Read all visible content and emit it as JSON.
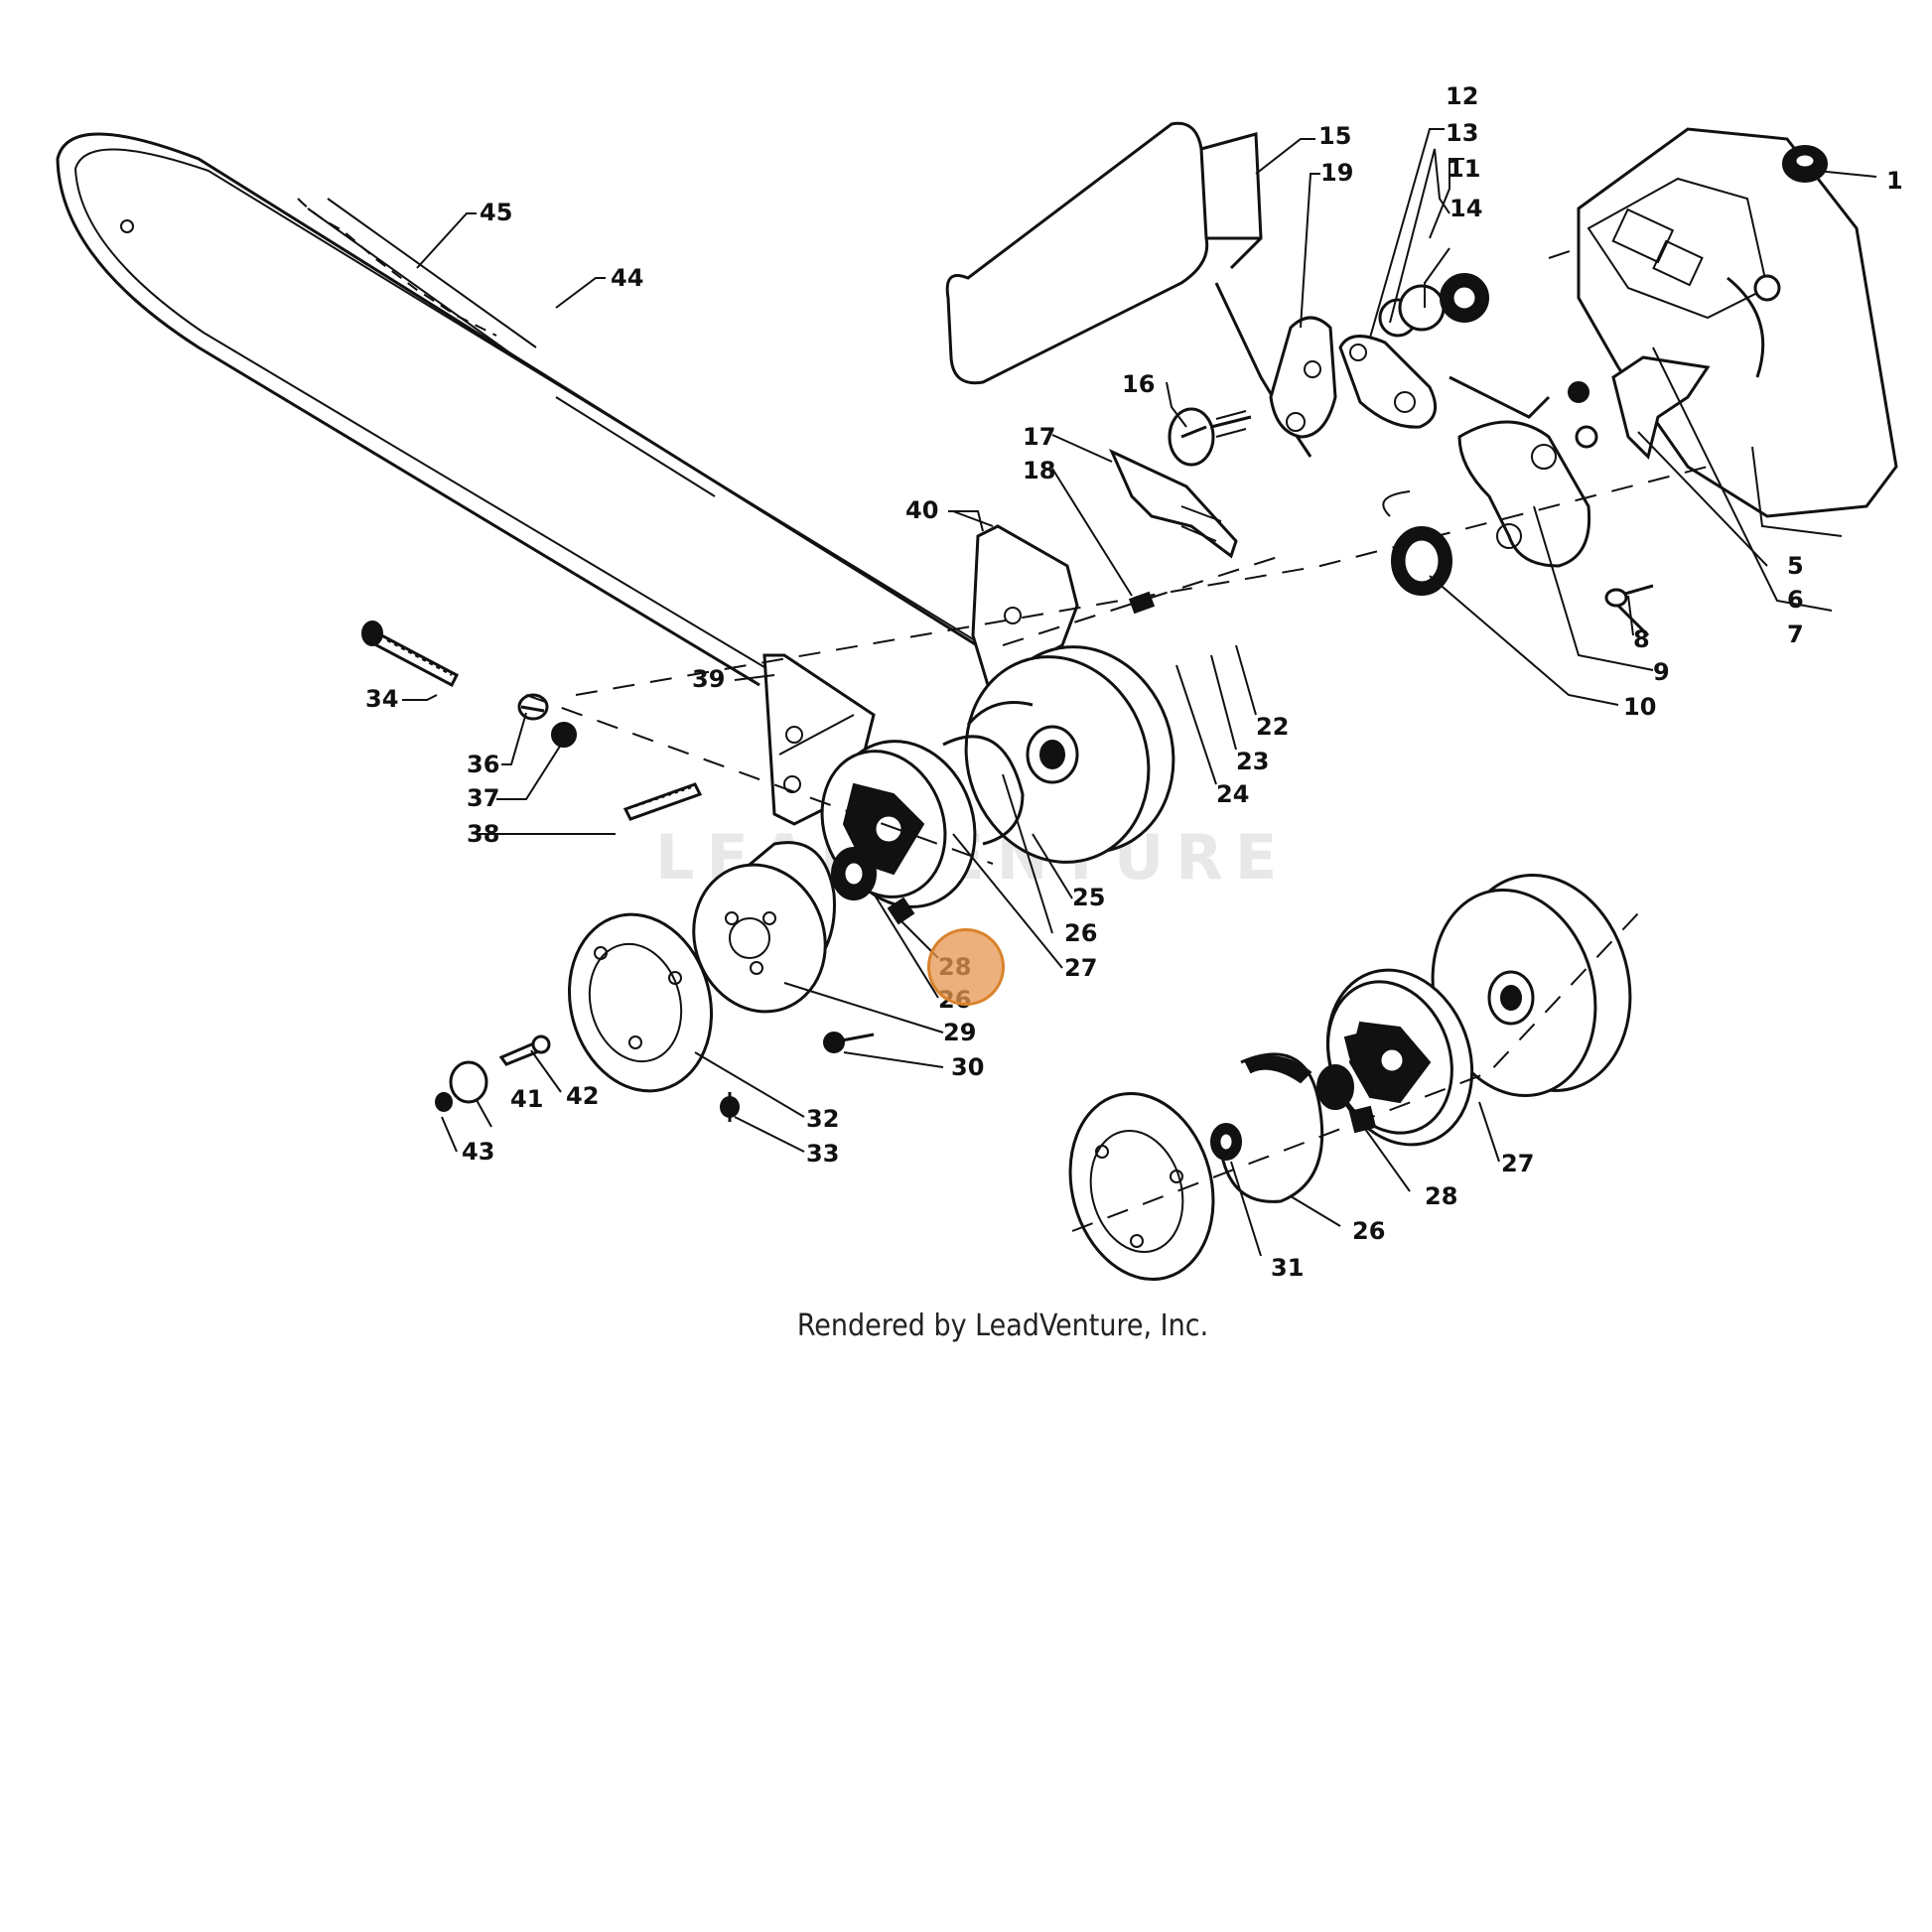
{
  "watermark": "LEADVENTURE",
  "credit": "Rendered by LeadVenture, Inc.",
  "highlight_color": "#e8a060",
  "highlighted_callout": "28",
  "callouts": [
    "1",
    "5",
    "6",
    "7",
    "8",
    "9",
    "10",
    "11",
    "12",
    "13",
    "14",
    "15",
    "16",
    "17",
    "18",
    "19",
    "22",
    "23",
    "24",
    "25",
    "26",
    "27",
    "28",
    "26",
    "29",
    "30",
    "32",
    "33",
    "34",
    "36",
    "37",
    "38",
    "39",
    "40",
    "41",
    "42",
    "43",
    "44",
    "45",
    "27",
    "28",
    "26",
    "31"
  ]
}
